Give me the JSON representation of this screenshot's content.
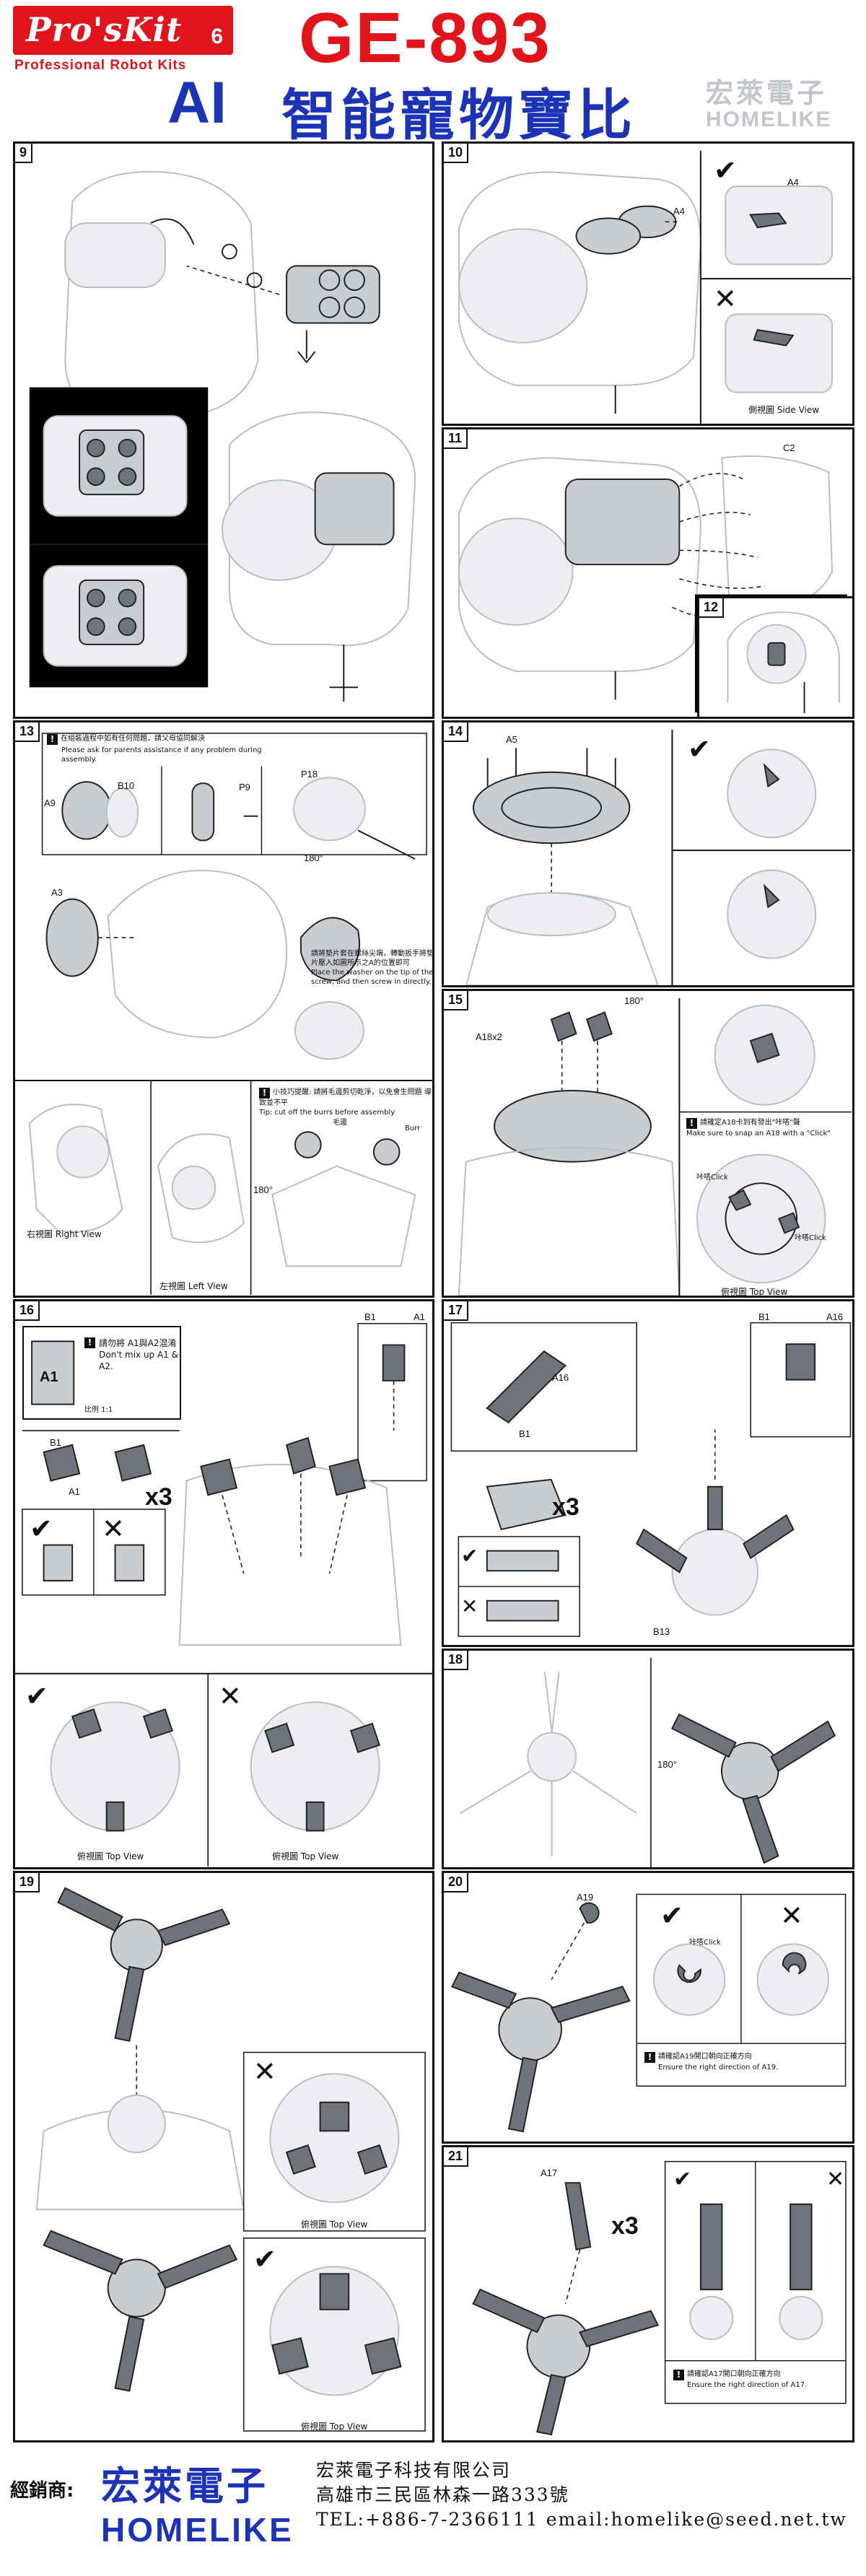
{
  "header": {
    "brand": "Pro'sKit",
    "page_number": "6",
    "brand_tagline": "Professional Robot Kits",
    "model": "GE-893",
    "title_ai": "AI",
    "title_cn": "智能寵物寶比",
    "watermark_cn": "宏萊電子",
    "watermark_en": "HOMELIKE"
  },
  "steps": {
    "s9": {
      "num": "9"
    },
    "s10": {
      "num": "10",
      "part": "A4",
      "part_small": "A4",
      "side_view": "側視圖 Side View",
      "ok": "✔",
      "ng": "✕"
    },
    "s11": {
      "num": "11",
      "part": "C2"
    },
    "s12": {
      "num": "12"
    },
    "s13": {
      "num": "13",
      "warning_cn": "在組裝過程中如有任何問題，請父母協同解決",
      "warning_en": "Please ask for parents assistance if any problem during assembly.",
      "parts": [
        "A9",
        "B10",
        "P9",
        "P18",
        "A3"
      ],
      "washer_cn": "請將墊片套在螺絲尖端，轉動扳手將墊片壓入如圖所示之A的位置即可",
      "washer_en": "Place the washer on the tip of the screw, and then screw in directly.",
      "tip_cn": "小技巧提醒: 請將毛邊剪切乾淨，以免會生問題 導致並不平",
      "tip_en": "Tip: cut off the burrs before assembly",
      "burr": "毛邊",
      "burr_en": "Burr",
      "rotate": "180°",
      "right_view": "右視圖 Right View",
      "left_view": "左視圖 Left View"
    },
    "s14": {
      "num": "14",
      "part": "A5"
    },
    "s15": {
      "num": "15",
      "part": "A18x2",
      "rotate": "180°",
      "click_cn": "請確定A18卡到有發出\"咔嗒\"聲",
      "click_en": "Make sure to snap an A18 with a \"Click\"",
      "click_tag": "咔嗒Click",
      "top_view": "俯視圖 Top View"
    },
    "s16": {
      "num": "16",
      "mixup_cn": "請勿將 A1與A2混淆",
      "mixup_en": "Don't mix up A1 & A2.",
      "mixup_part": "A1",
      "scale": "比例 1:1",
      "parts": [
        "B1",
        "A1"
      ],
      "x3": "x3",
      "top_view_ok": "俯視圖 Top View",
      "top_view_ng": "俯視圖 Top View"
    },
    "s17": {
      "num": "17",
      "parts": [
        "A16",
        "B1",
        "B13"
      ],
      "x3": "x3"
    },
    "s18": {
      "num": "18",
      "rotate": "180°"
    },
    "s19": {
      "num": "19",
      "top_view_ng": "俯視圖 Top View",
      "top_view_ok": "俯視圖 Top View"
    },
    "s20": {
      "num": "20",
      "part": "A19",
      "click": "咔嗒Click",
      "confirm_cn": "請確認A19開口朝向正確方向",
      "confirm_en": "Ensure the right direction of A19."
    },
    "s21": {
      "num": "21",
      "part": "A17",
      "x3": "x3",
      "confirm_cn": "請確認A17開口朝向正確方向",
      "confirm_en": "Ensure the right direction of A17."
    }
  },
  "footer": {
    "dist_label": "經銷商:",
    "brand_cn": "宏萊電子",
    "brand_en": "HOMELIKE",
    "company": "宏萊電子科技有限公司",
    "address": "高雄市三民區林森一路333號",
    "contact": "TEL:+886-7-2366111   email:homelike@seed.net.tw"
  }
}
